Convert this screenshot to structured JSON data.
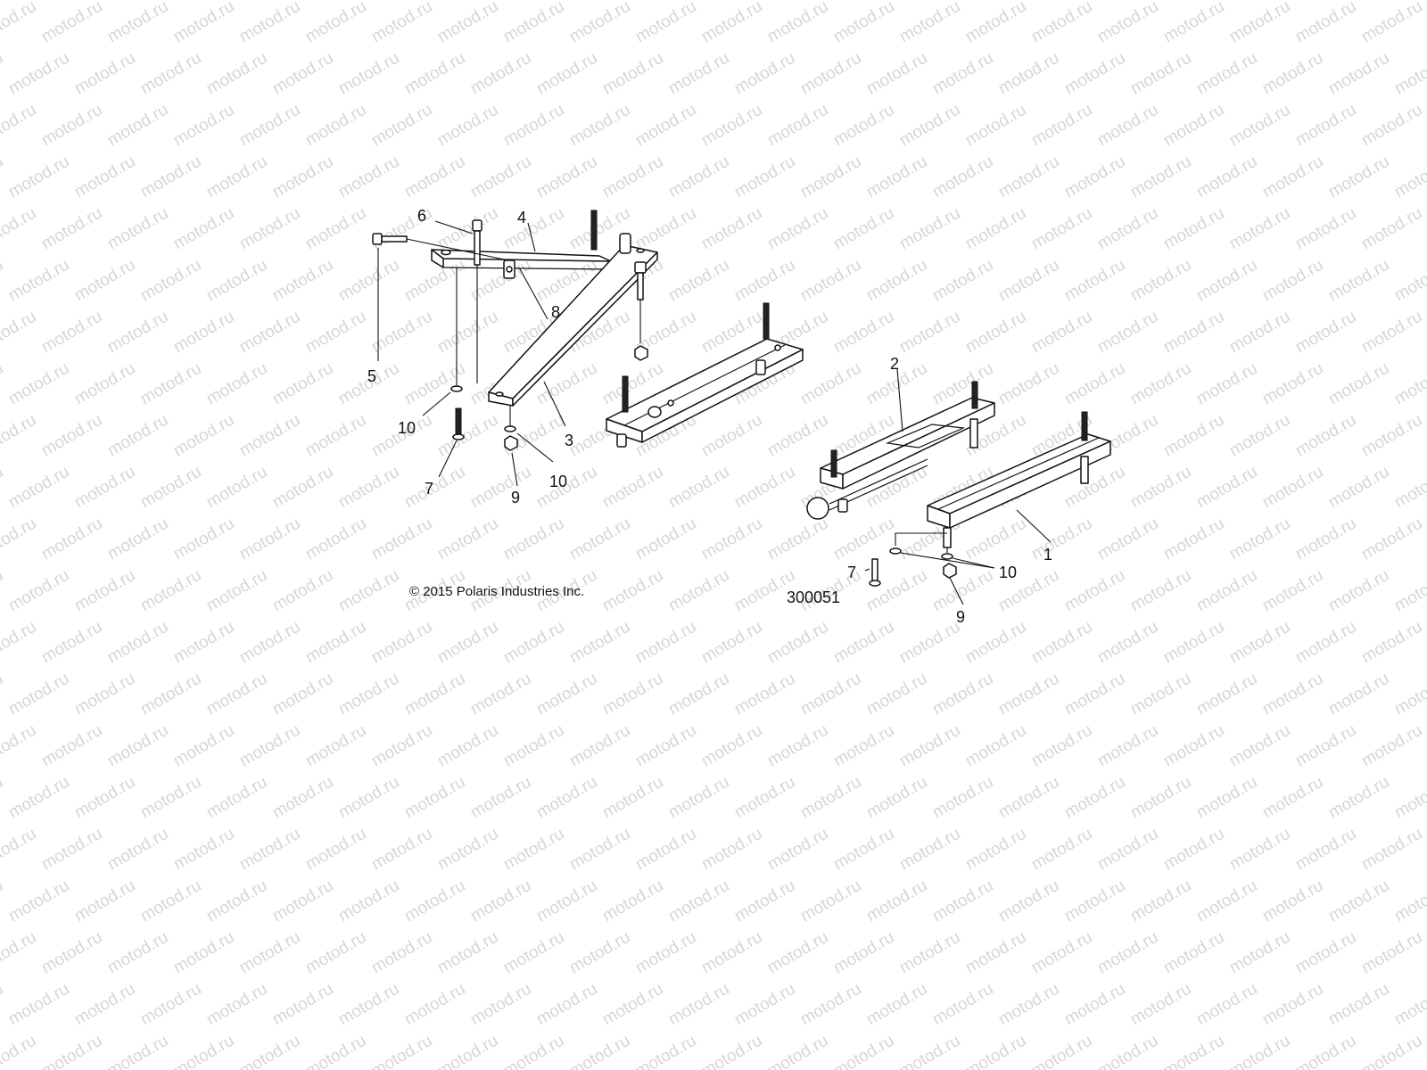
{
  "watermark": {
    "text": "motod.ru"
  },
  "copyright": "© 2015 Polaris Industries Inc.",
  "figure_number": "300051",
  "callouts": [
    {
      "id": "c6",
      "label": "6"
    },
    {
      "id": "c4",
      "label": "4"
    },
    {
      "id": "c8",
      "label": "8"
    },
    {
      "id": "c5",
      "label": "5"
    },
    {
      "id": "c10a",
      "label": "10"
    },
    {
      "id": "c3",
      "label": "3"
    },
    {
      "id": "c7a",
      "label": "7"
    },
    {
      "id": "c9a",
      "label": "9"
    },
    {
      "id": "c10b",
      "label": "10"
    },
    {
      "id": "c2",
      "label": "2"
    },
    {
      "id": "c1",
      "label": "1"
    },
    {
      "id": "c7b",
      "label": "7"
    },
    {
      "id": "c10c",
      "label": "10"
    },
    {
      "id": "c9b",
      "label": "9"
    }
  ]
}
